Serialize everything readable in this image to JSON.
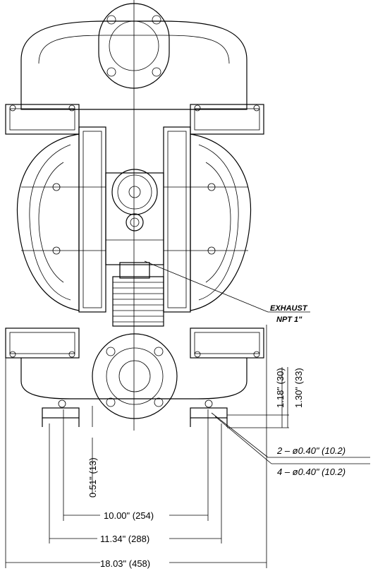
{
  "callouts": {
    "exhaust_label": "EXHAUST",
    "exhaust_thread": "NPT 1\"",
    "hole_a": "2 – ø0.40\" (10.2)",
    "hole_b": "4 – ø0.40\" (10.2)"
  },
  "dimensions": {
    "h_118": "1.18\" (30)",
    "h_130": "1.30\" (33)",
    "h_051": "0.51\" (13)",
    "w_1000": "10.00\" (254)",
    "w_1134": "11.34\" (288)",
    "w_1803": "18.03\" (458)"
  },
  "colors": {
    "line": "#000000",
    "background": "#ffffff"
  }
}
